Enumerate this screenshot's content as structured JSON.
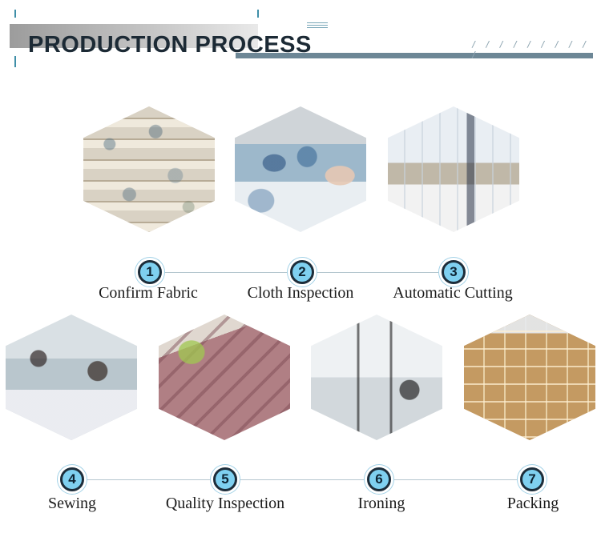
{
  "header": {
    "title": "PRODUCTION PROCESS"
  },
  "steps": [
    {
      "number": "1",
      "label": "Confirm Fabric"
    },
    {
      "number": "2",
      "label": "Cloth Inspection"
    },
    {
      "number": "3",
      "label": "Automatic Cutting"
    },
    {
      "number": "4",
      "label": "Sewing"
    },
    {
      "number": "5",
      "label": "Quality Inspection"
    },
    {
      "number": "6",
      "label": "Ironing"
    },
    {
      "number": "7",
      "label": "Packing"
    }
  ],
  "colors": {
    "title": "#1c2a35",
    "accent_bar": "#6d8796",
    "badge_ring": "#1d2d3a",
    "badge_fill": "#7fd0f0"
  }
}
